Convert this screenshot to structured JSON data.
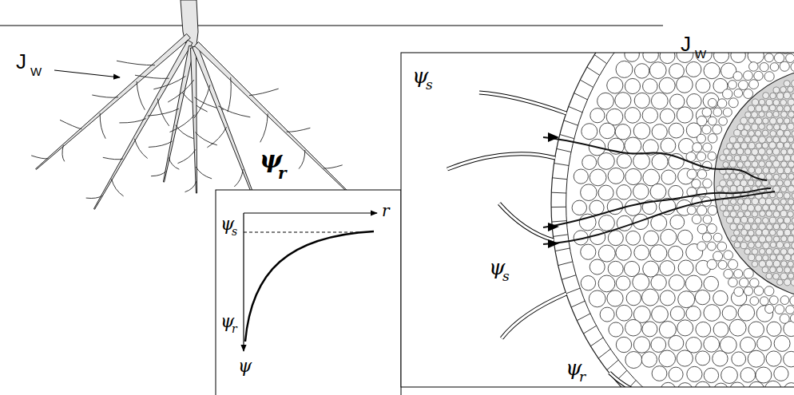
{
  "diagram": {
    "labels": [
      "J",
      "W",
      "J",
      "W",
      "ψ",
      "r",
      "ψ",
      "s",
      "ψ",
      "s",
      "ψ",
      "r",
      "ψ",
      "s",
      "ψ",
      "r",
      "ψ",
      "r"
    ]
  }
}
